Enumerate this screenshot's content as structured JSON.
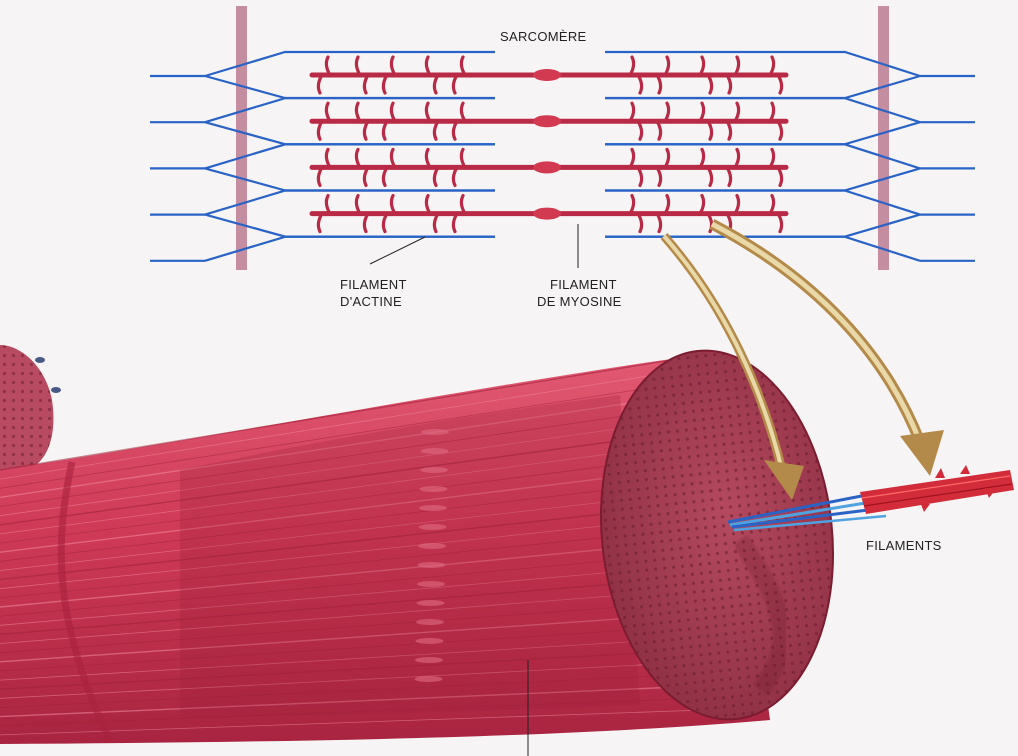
{
  "labels": {
    "sarcomere": "SARCOMÈRE",
    "actin_line1": "FILAMENT",
    "actin_line2": "D'ACTINE",
    "myosin_line1": "FILAMENT",
    "myosin_line2": "DE MYOSINE",
    "filaments": "FILAMENTS"
  },
  "colors": {
    "background": "#f6f4f4",
    "actin_blue": "#2a63c6",
    "myosin_red": "#b82a45",
    "z_disc": "#c48da0",
    "fibre_red": "#c8334f",
    "fibre_dark": "#8f1e36",
    "arrow_gold": "#c9a86a"
  },
  "structure": {
    "myosin_rows": 4,
    "actin_rows": 5,
    "z_discs": 2
  }
}
